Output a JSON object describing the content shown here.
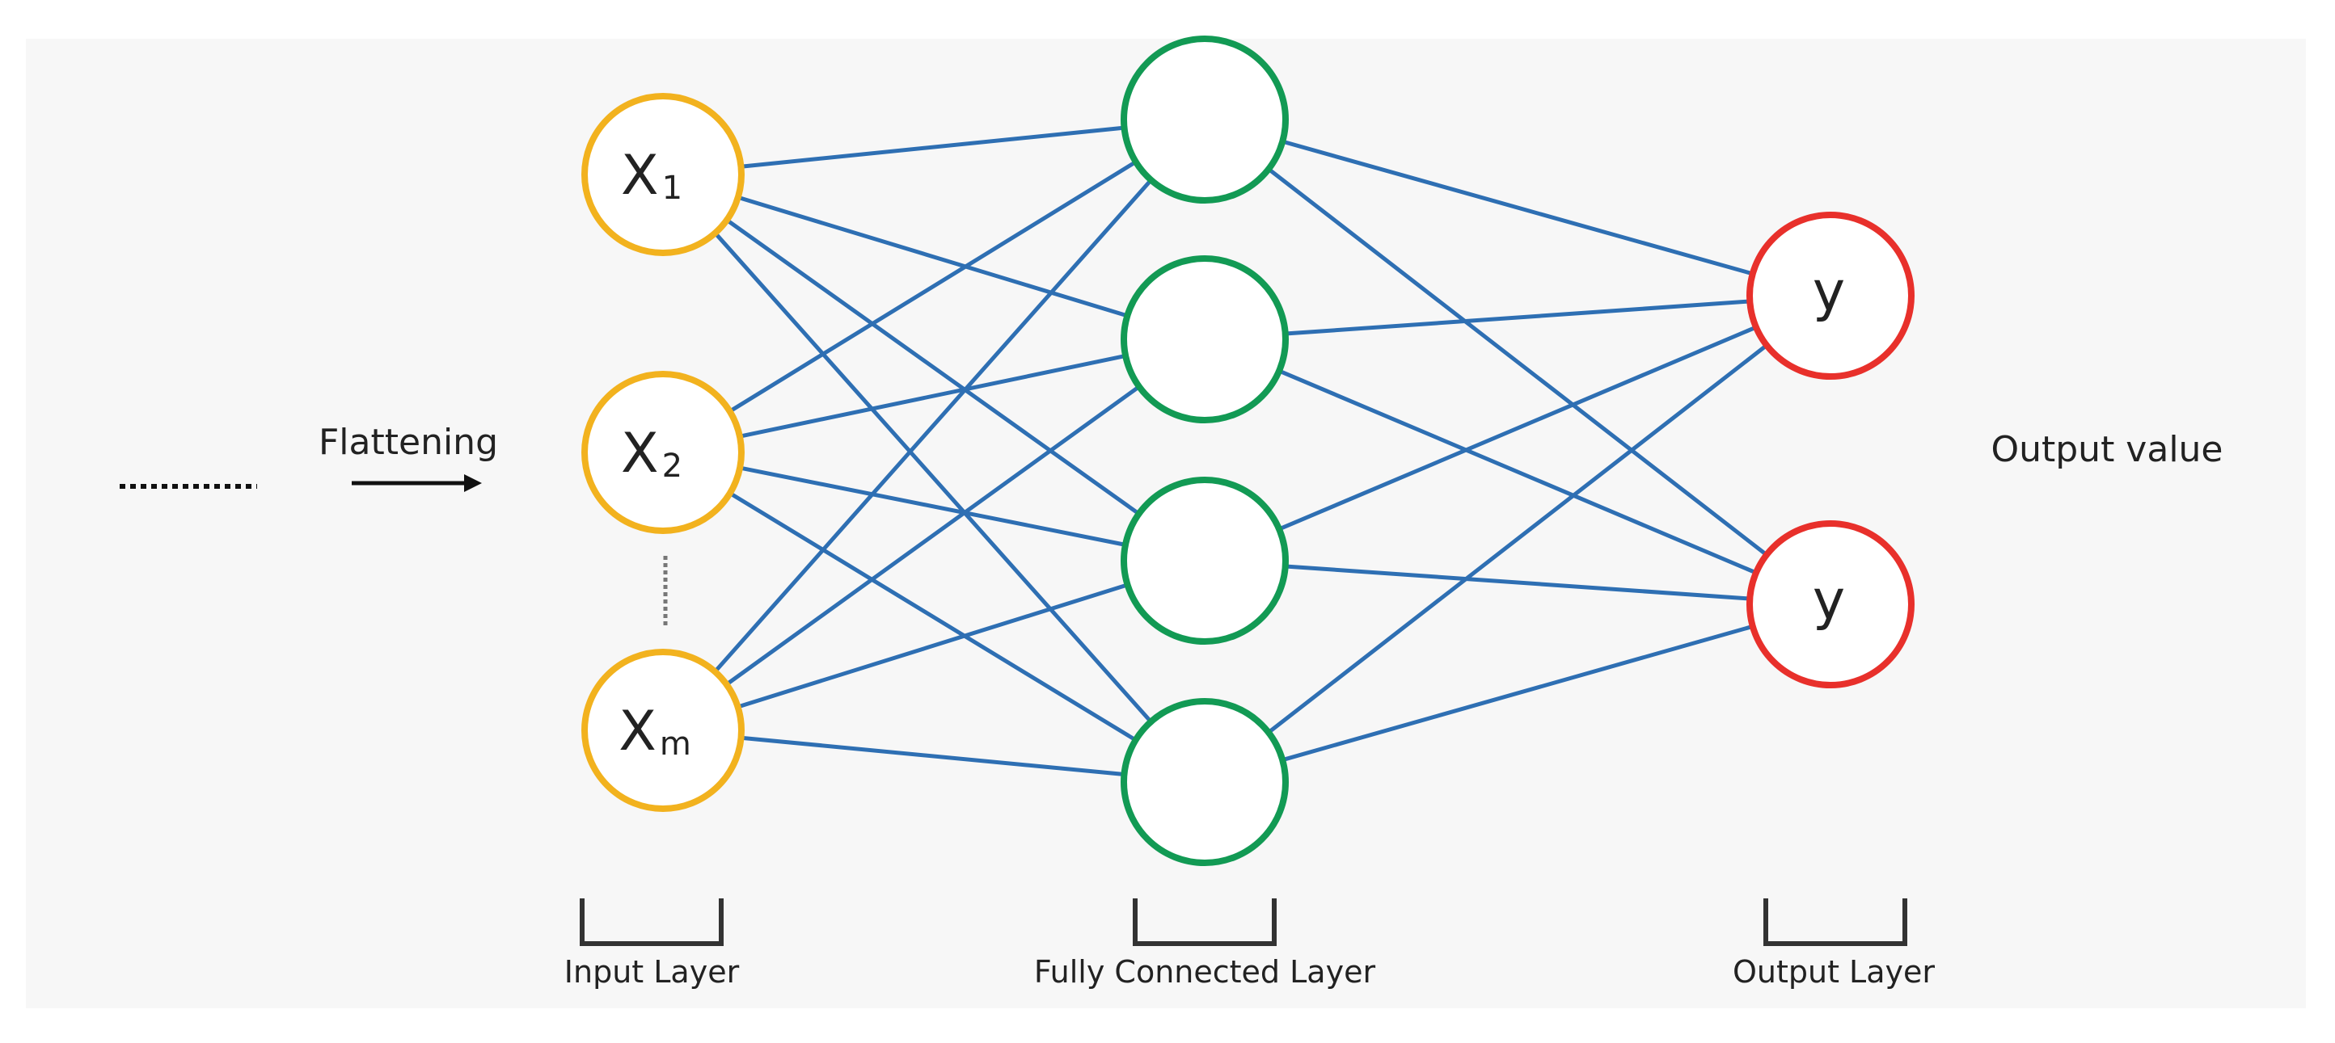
{
  "diagram": {
    "flatten_label": "Flattening",
    "output_value_label": "Output value",
    "colors": {
      "edge": "#2e6fb3",
      "input": "#f2b21e",
      "hidden": "#129a54",
      "output": "#e8302b",
      "text": "#222222"
    },
    "input_layer": {
      "caption": "Input Layer",
      "nodes": [
        {
          "main": "X",
          "sub": "1"
        },
        {
          "main": "X",
          "sub": "2"
        },
        {
          "main": "X",
          "sub": "m"
        }
      ]
    },
    "hidden_layer": {
      "caption": "Fully Connected Layer",
      "node_count": 4
    },
    "output_layer": {
      "caption": "Output Layer",
      "nodes": [
        {
          "main": "y"
        },
        {
          "main": "y"
        }
      ]
    }
  }
}
